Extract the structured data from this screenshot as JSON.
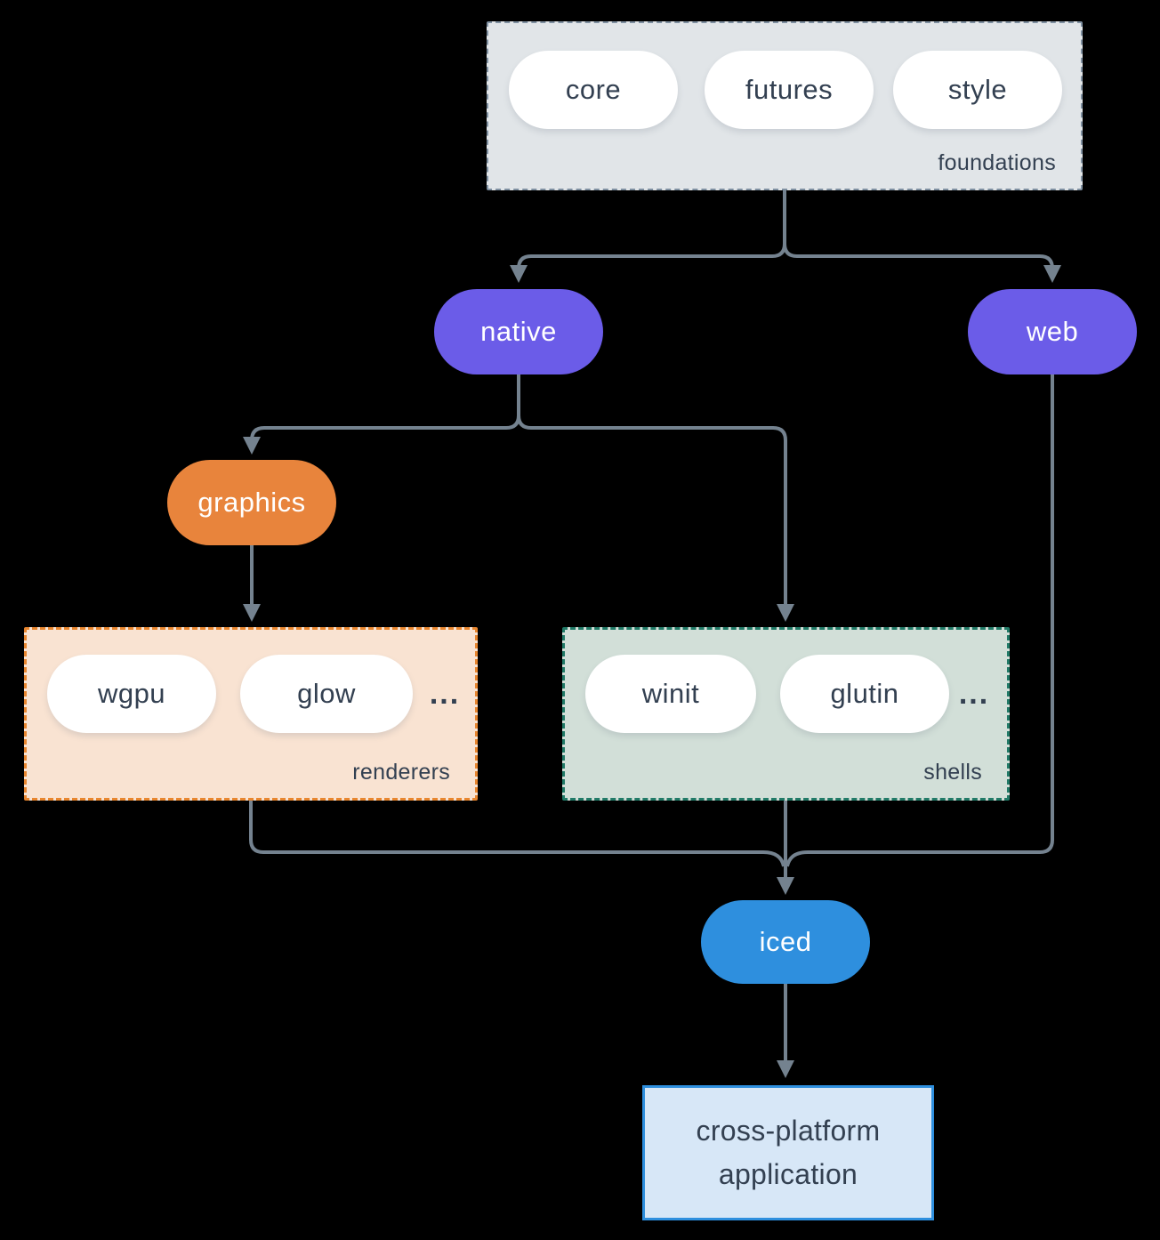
{
  "colors": {
    "background": "#000000",
    "arrow": "#74828f",
    "text_dark": "#334051",
    "pill_white": "#ffffff",
    "purple": "#6b5ce8",
    "orange": "#e8843c",
    "blue": "#2e8fde",
    "foundations_fill": "#e1e5e8",
    "foundations_border": "#7f90a1",
    "renderers_fill": "#f9e3d2",
    "renderers_border": "#e8862f",
    "shells_fill": "#d2dfd8",
    "shells_border": "#217a67",
    "app_fill": "#d7e7f7",
    "app_border": "#2e8fde"
  },
  "groups": {
    "foundations": {
      "label": "foundations",
      "pills": [
        "core",
        "futures",
        "style"
      ]
    },
    "renderers": {
      "label": "renderers",
      "pills": [
        "wgpu",
        "glow"
      ],
      "ellipsis": "..."
    },
    "shells": {
      "label": "shells",
      "pills": [
        "winit",
        "glutin"
      ],
      "ellipsis": "..."
    }
  },
  "nodes": {
    "native": "native",
    "web": "web",
    "graphics": "graphics",
    "iced": "iced",
    "application": "cross-platform application"
  }
}
